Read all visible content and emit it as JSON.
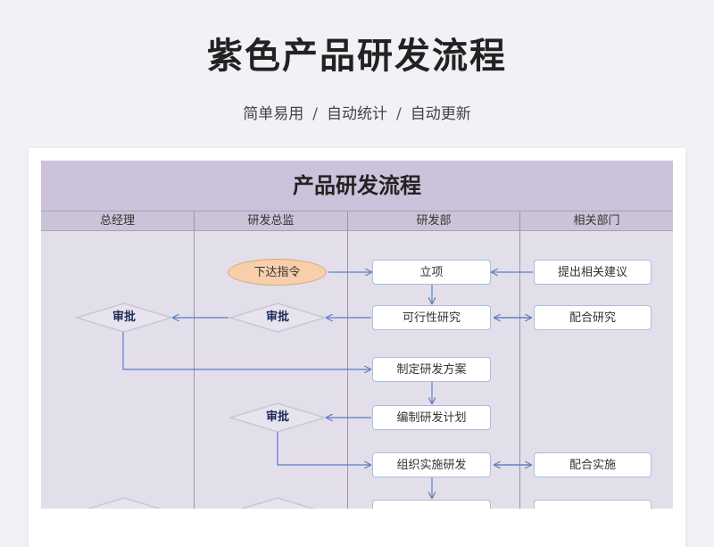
{
  "header": {
    "title": "紫色产品研发流程",
    "subtitle_parts": [
      "简单易用",
      "自动统计",
      "自动更新"
    ],
    "separator": "/"
  },
  "flowchart": {
    "title": "产品研发流程",
    "lanes": [
      "总经理",
      "研发总监",
      "研发部",
      "相关部门"
    ],
    "nodes": {
      "issue_order": "下达指令",
      "project_setup": "立项",
      "propose": "提出相关建议",
      "approve_director_1": "审批",
      "feasibility": "可行性研究",
      "cooperate_research": "配合研究",
      "approve_gm": "审批",
      "plan": "制定研发方案",
      "approve_director_2": "审批",
      "compile_plan": "编制研发计划",
      "organize": "组织实施研发",
      "cooperate_implement": "配合实施"
    }
  },
  "colors": {
    "page_bg": "#f1f2f5",
    "sheet_bg": "#e3dfea",
    "header_band": "#cdc2db",
    "arrow": "#5b7cc4",
    "oval_fill": "#f7cfab",
    "diamond_fill": "#e7e4ee"
  }
}
